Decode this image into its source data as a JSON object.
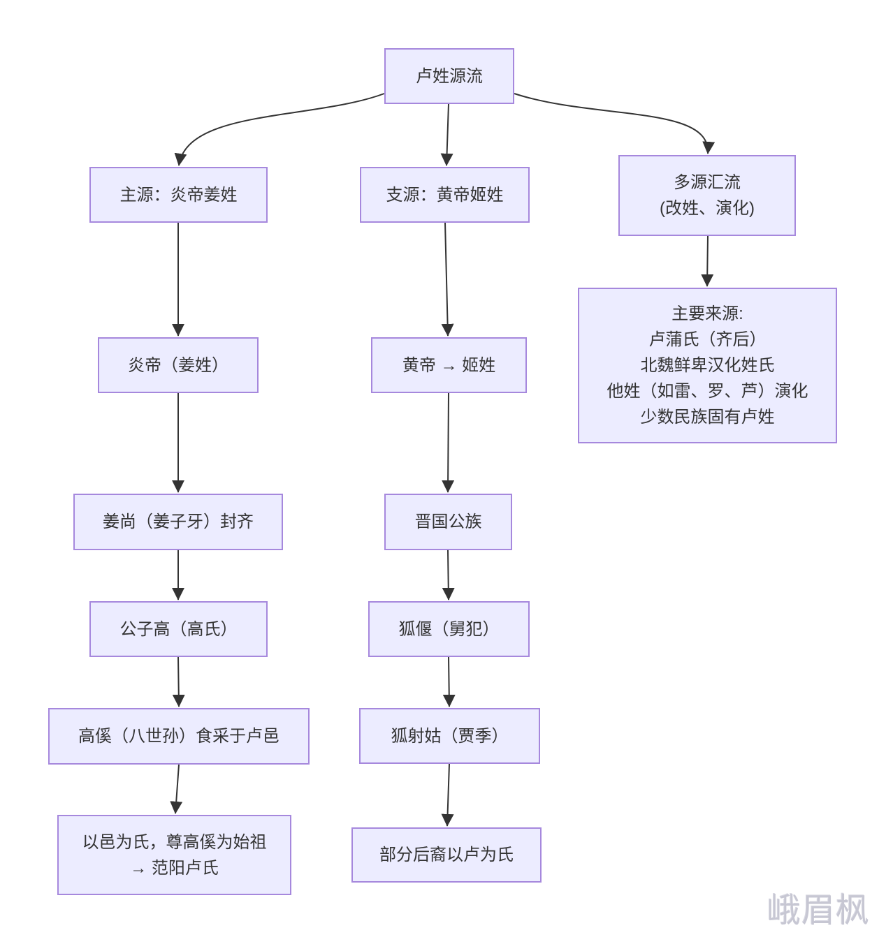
{
  "diagram_title": "卢姓源流",
  "colors": {
    "node_fill": "#ECECFF",
    "node_border": "#A688DD",
    "edge": "#333333",
    "text": "#333333",
    "watermark": "#C7C7D3"
  },
  "watermark": "峨眉枫",
  "nodes": {
    "root": {
      "lines": [
        "卢姓源流"
      ]
    },
    "left": [
      {
        "lines": [
          "主源：炎帝姜姓"
        ]
      },
      {
        "lines": [
          "炎帝（姜姓）"
        ]
      },
      {
        "lines": [
          "姜尚（姜子牙）封齐"
        ]
      },
      {
        "lines": [
          "公子高（高氏）"
        ]
      },
      {
        "lines": [
          "高傒（八世孙）食采于卢邑"
        ]
      },
      {
        "lines": [
          "以邑为氏，尊高傒为始祖",
          "→ 范阳卢氏"
        ]
      }
    ],
    "middle": [
      {
        "lines": [
          "支源：黄帝姬姓"
        ]
      },
      {
        "lines": [
          "黄帝 → 姬姓"
        ]
      },
      {
        "lines": [
          "晋国公族"
        ]
      },
      {
        "lines": [
          "狐偃（舅犯）"
        ]
      },
      {
        "lines": [
          "狐射姑（贾季）"
        ]
      },
      {
        "lines": [
          "部分后裔以卢为氏"
        ]
      }
    ],
    "right": [
      {
        "lines": [
          "多源汇流",
          "(改姓、演化)"
        ]
      },
      {
        "lines": [
          "主要来源:",
          "卢蒲氏（齐后）",
          "北魏鲜卑汉化姓氏",
          "他姓（如雷、罗、芦）演化",
          "少数民族固有卢姓"
        ]
      }
    ]
  },
  "edges": [
    {
      "from": "root",
      "to": "left-1"
    },
    {
      "from": "root",
      "to": "middle-1"
    },
    {
      "from": "root",
      "to": "right-1"
    },
    {
      "from": "left-1",
      "to": "left-2"
    },
    {
      "from": "left-2",
      "to": "left-3"
    },
    {
      "from": "left-3",
      "to": "left-4"
    },
    {
      "from": "left-4",
      "to": "left-5"
    },
    {
      "from": "left-5",
      "to": "left-6"
    },
    {
      "from": "middle-1",
      "to": "middle-2"
    },
    {
      "from": "middle-2",
      "to": "middle-3"
    },
    {
      "from": "middle-3",
      "to": "middle-4"
    },
    {
      "from": "middle-4",
      "to": "middle-5"
    },
    {
      "from": "middle-5",
      "to": "middle-6"
    },
    {
      "from": "right-1",
      "to": "right-2"
    }
  ]
}
